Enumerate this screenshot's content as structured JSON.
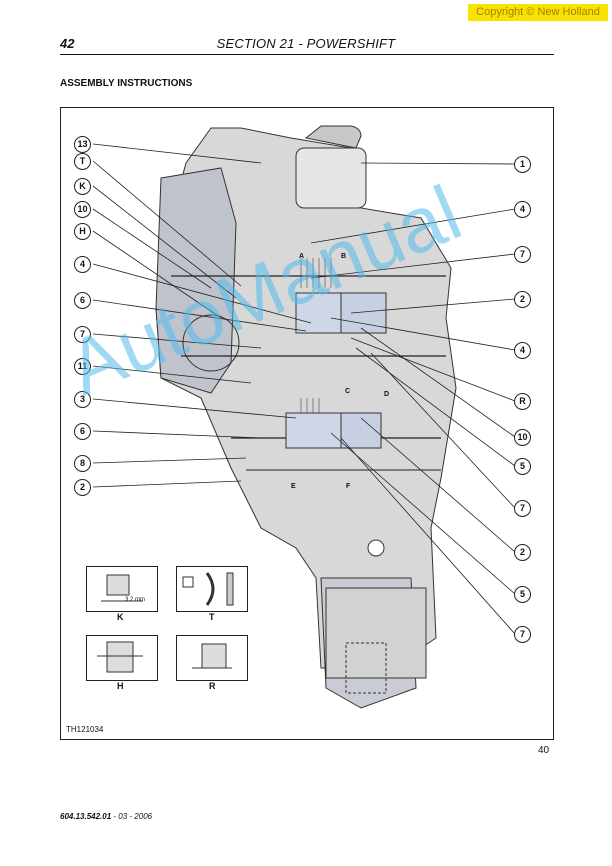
{
  "copyright": "Copyright © New Holland",
  "header": {
    "page_number": "42",
    "section_title": "SECTION 21 -  POWERSHIFT"
  },
  "heading": "ASSEMBLY INSTRUCTIONS",
  "figure": {
    "left_callouts": [
      "13",
      "T",
      "K",
      "10",
      "H",
      "4",
      "6",
      "7",
      "11",
      "3",
      "6",
      "8",
      "2"
    ],
    "right_callouts": [
      "1",
      "4",
      "7",
      "2",
      "4",
      "R",
      "10",
      "5",
      "7",
      "2",
      "5",
      "7"
    ],
    "clutch_letters": [
      "A",
      "B",
      "C",
      "D",
      "E",
      "F"
    ],
    "insets": [
      {
        "label": "K",
        "note": "3.2 mm"
      },
      {
        "label": "T"
      },
      {
        "label": "H"
      },
      {
        "label": "R"
      }
    ],
    "code": "TH121034",
    "number": "40"
  },
  "watermark": "AutoManual",
  "footer": {
    "doc_number": "604.13.542.01",
    "date": " - 03 - 2006"
  }
}
